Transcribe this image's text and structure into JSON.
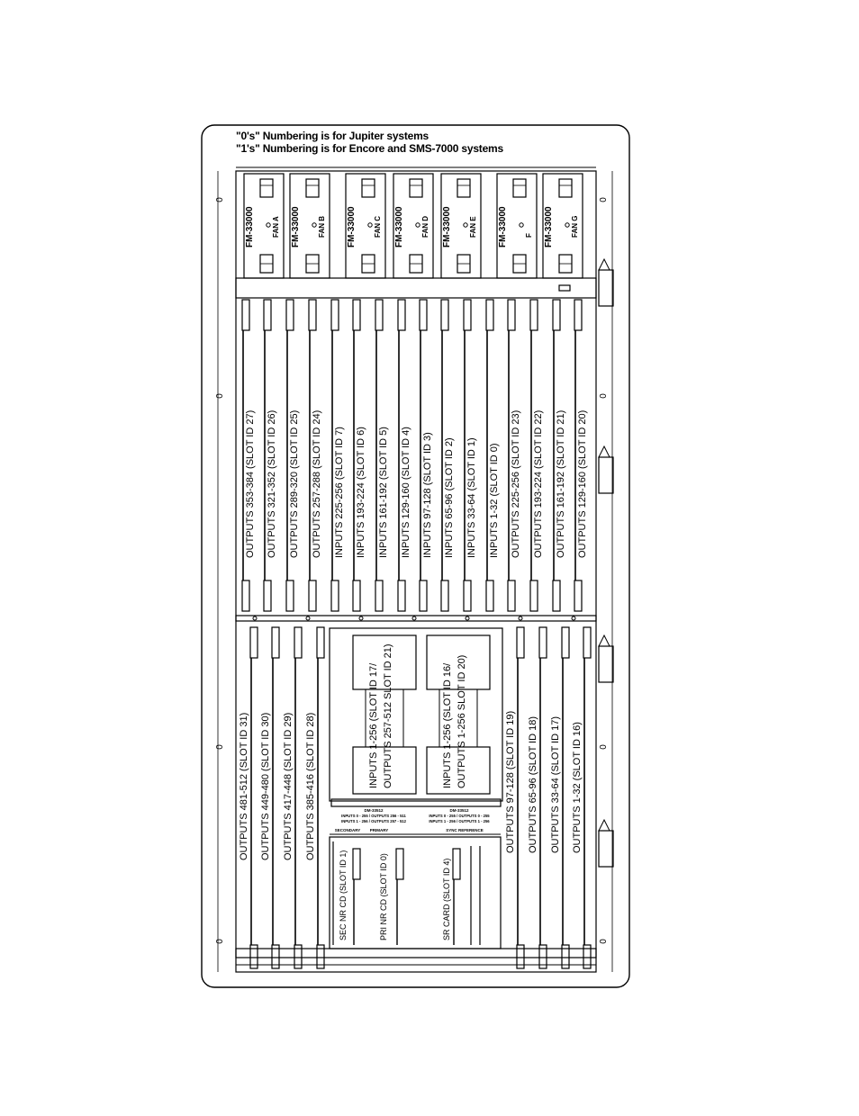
{
  "notes": {
    "line1": "\"0's\" Numbering is for Jupiter systems",
    "line2": "\"1's\" Numbering is for Encore and SMS-7000 systems"
  },
  "fans": [
    {
      "model": "FM-33000",
      "label": "FAN A"
    },
    {
      "model": "FM-33000",
      "label": "FAN B"
    },
    {
      "model": "FM-33000",
      "label": "FAN C"
    },
    {
      "model": "FM-33000",
      "label": "FAN D"
    },
    {
      "model": "FM-33000",
      "label": "FAN E"
    },
    {
      "model": "FM-33000",
      "label": "F"
    },
    {
      "model": "FM-33000",
      "label": "FAN G"
    }
  ],
  "upper_slots": [
    "OUTPUTS 353-384 (SLOT ID 27)",
    "OUTPUTS 321-352 (SLOT ID 26)",
    "OUTPUTS 289-320 (SLOT ID 25)",
    "OUTPUTS 257-288 (SLOT ID 24)",
    "INPUTS 225-256 (SLOT ID 7)",
    "INPUTS 193-224 (SLOT ID 6)",
    "INPUTS 161-192 (SLOT ID 5)",
    "INPUTS 129-160 (SLOT ID 4)",
    "INPUTS 97-128 (SLOT ID 3)",
    "INPUTS 65-96 (SLOT ID 2)",
    "INPUTS 33-64 (SLOT ID 1)",
    "INPUTS 1-32 (SLOT ID 0)",
    "OUTPUTS 225-256 (SLOT ID 23)",
    "OUTPUTS 193-224 (SLOT ID 22)",
    "OUTPUTS 161-192 (SLOT ID 21)",
    "OUTPUTS 129-160 (SLOT ID 20)"
  ],
  "lower_left_slots": [
    "OUTPUTS 481-512 (SLOT ID 31)",
    "OUTPUTS 449-480 (SLOT ID 30)",
    "OUTPUTS 417-448 (SLOT ID 29)",
    "OUTPUTS 385-416 (SLOT ID 28)"
  ],
  "lower_right_slots": [
    "OUTPUTS 97-128 (SLOT ID 19)",
    "OUTPUTS 65-96 (SLOT ID 18)",
    "OUTPUTS 33-64 (SLOT ID 17)",
    "OUTPUTS 1-32 (SLOT ID 16)"
  ],
  "center_modules": [
    {
      "line1": "INPUTS 1-256 (SLOT ID 17/",
      "line2": "OUTPUTS 257-512 SLOT ID 21)"
    },
    {
      "line1": "INPUTS 1-256 (SLOT ID 16/",
      "line2": "OUTPUTS 1-256 SLOT ID 20)"
    }
  ],
  "dm_labels": [
    {
      "title": "DM-33512",
      "l1": "INPUTS 0 - 255 / OUTPUTS 256 - 511",
      "l2": "INPUTS 1 - 256 / OUTPUTS 257 - 512"
    },
    {
      "title": "DM-33512",
      "l1": "INPUTS 0 - 255 / OUTPUTS 0 - 255",
      "l2": "INPUTS 1 - 256 / OUTPUTS 1 - 256"
    }
  ],
  "ref_headers": [
    "SECONDARY",
    "PRIMARY",
    "SYNC REFERENCE"
  ],
  "ref_cards": [
    "SEC NR CD (SLOT ID 1)",
    "PRI NR CD (SLOT ID 0)",
    "SR CARD (SLOT ID 4)"
  ],
  "zero_mark": "0"
}
